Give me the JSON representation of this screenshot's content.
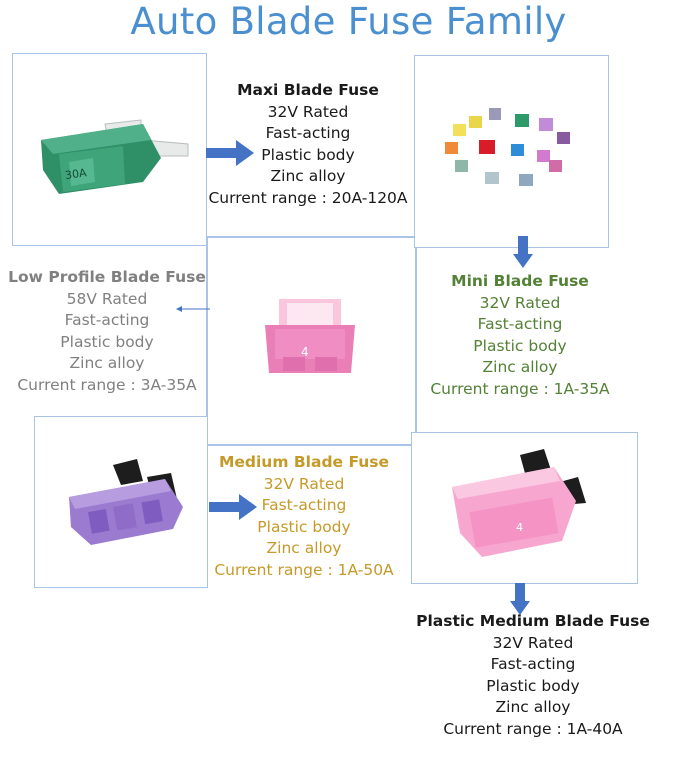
{
  "title": "Auto Blade Fuse Family",
  "fuses": {
    "maxi": {
      "name": "Maxi Blade Fuse",
      "lines": [
        "32V Rated",
        "Fast-acting",
        "Plastic body",
        "Zinc alloy",
        "Current range : 20A-120A"
      ],
      "image_label": "30A",
      "color": "#2f8f67"
    },
    "mini": {
      "name": "Mini Blade Fuse",
      "lines": [
        "32V Rated",
        "Fast-acting",
        "Plastic body",
        "Zinc alloy",
        "Current range : 1A-35A"
      ],
      "color": "#538135"
    },
    "low_profile": {
      "name": "Low Profile Blade Fuse",
      "lines": [
        "58V Rated",
        "Fast-acting",
        "Plastic body",
        "Zinc alloy",
        "Current range : 3A-35A"
      ],
      "image_label": "4",
      "color": "#808080"
    },
    "medium": {
      "name": "Medium Blade Fuse",
      "lines": [
        "32V Rated",
        "Fast-acting",
        "Plastic body",
        "Zinc alloy",
        "Current range : 1A-50A"
      ],
      "color": "#c59a29"
    },
    "plastic_medium": {
      "name": "Plastic Medium Blade Fuse",
      "lines": [
        "32V Rated",
        "Fast-acting",
        "Plastic body",
        "Zinc alloy",
        "Current range : 1A-40A"
      ],
      "image_label": "4",
      "color": "#1a1a1a"
    }
  },
  "colors": {
    "title": "#4a8fd0",
    "frame": "#a9c4e6",
    "arrow": "#4472c4"
  }
}
